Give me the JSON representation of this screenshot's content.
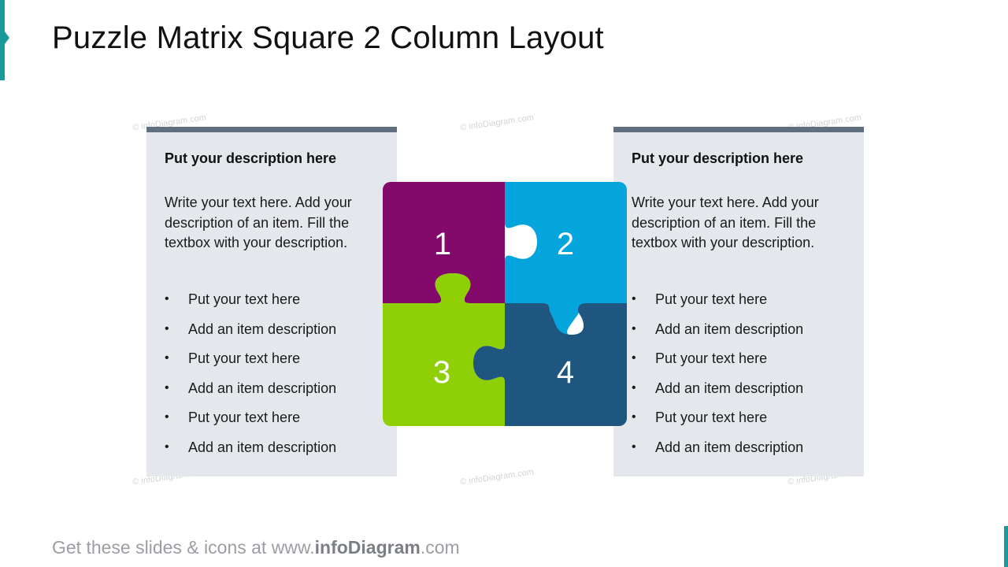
{
  "title": "Puzzle Matrix Square 2 Column Layout",
  "watermark": "© infoDiagram.com",
  "left_card": {
    "heading": "Put your description  here",
    "body": "Write your text here. Add your description of an item. Fill the textbox with your description.",
    "bullets": [
      "Put your text here",
      "Add an item description",
      "Put your text here",
      "Add an item description",
      "Put your text here",
      "Add an item description"
    ]
  },
  "right_card": {
    "heading": "Put your description  here",
    "body": "Write your text here. Add your description of an item. Fill the textbox with your description.",
    "bullets": [
      "Put your text here",
      "Add an item description",
      "Put your text here",
      "Add an item description",
      "Put your text here",
      "Add an item description"
    ]
  },
  "puzzle": {
    "pieces": [
      {
        "label": "1",
        "color": "#830a6a"
      },
      {
        "label": "2",
        "color": "#04a4dd"
      },
      {
        "label": "3",
        "color": "#8fcf06"
      },
      {
        "label": "4",
        "color": "#1e5680"
      }
    ]
  },
  "footer": {
    "prefix": "Get these slides & icons at www.",
    "brand": "infoDiagram",
    "suffix": ".com"
  },
  "colors": {
    "accent": "#1a9a9a",
    "card_bg": "#e4e7eb",
    "card_top_bar": "#5f6f80"
  }
}
